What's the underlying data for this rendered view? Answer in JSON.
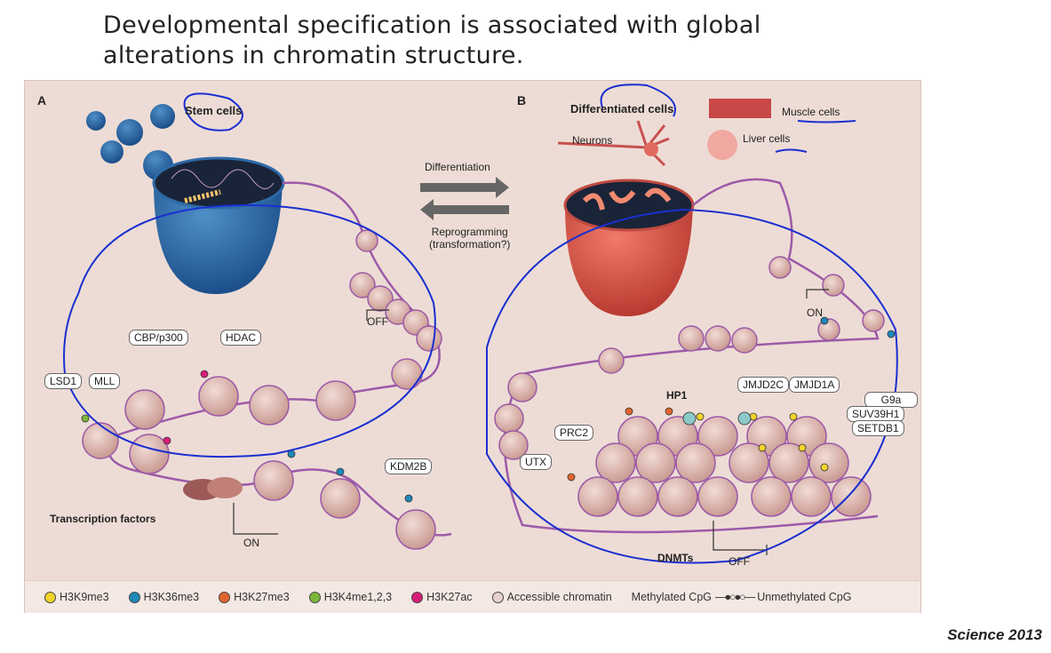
{
  "slide": {
    "title_line1": "Developmental specification is associated with global",
    "title_line2": "alterations in chromatin structure.",
    "citation": "Science 2013"
  },
  "panel_a": {
    "letter": "A",
    "title": "Stem cells",
    "labels": {
      "cbp": "CBP/p300",
      "hdac": "HDAC",
      "lsd1": "LSD1",
      "mll": "MLL",
      "kdm2b": "KDM2B",
      "tf": "Transcription factors",
      "on": "ON",
      "off": "OFF"
    }
  },
  "arrows": {
    "differentiation": "Differentiation",
    "reprogramming": "Reprogramming",
    "transformation": "(transformation?)"
  },
  "panel_b": {
    "letter": "B",
    "title": "Differentiated cells",
    "cells": {
      "muscle": "Muscle cells",
      "neurons": "Neurons",
      "liver": "Liver cells"
    },
    "labels": {
      "hp1": "HP1",
      "prc2": "PRC2",
      "utx": "UTX",
      "jmjd2c": "JMJD2C",
      "jmjd1a": "JMJD1A",
      "g9a": "G9a",
      "suv": "SUV39H1",
      "setdb1": "SETDB1",
      "dnmts": "DNMTs",
      "on": "ON",
      "off": "OFF"
    }
  },
  "legend": [
    {
      "label": "H3K9me3",
      "color": "#f2d42a"
    },
    {
      "label": "H3K36me3",
      "color": "#1e88b8"
    },
    {
      "label": "H3K27me3",
      "color": "#e0642e"
    },
    {
      "label": "H3K4me1,2,3",
      "color": "#7cb83a"
    },
    {
      "label": "H3K27ac",
      "color": "#d81e78"
    },
    {
      "label": "Accessible chromatin",
      "color": "#e8d0cc"
    }
  ],
  "cpg": {
    "methylated": "Methylated CpG",
    "unmethylated": "Unmethylated CpG"
  }
}
